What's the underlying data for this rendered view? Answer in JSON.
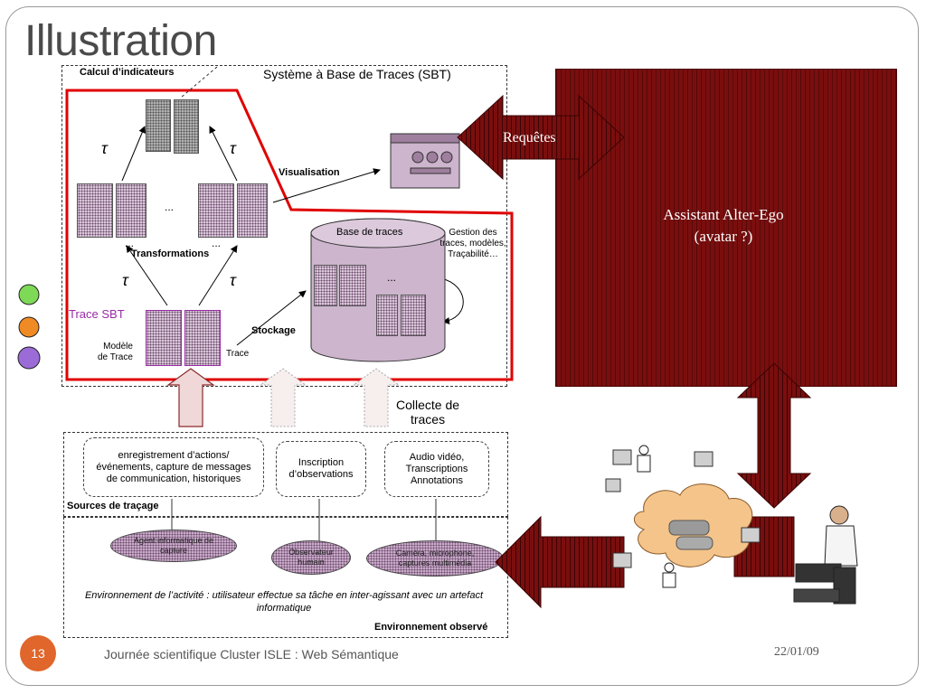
{
  "slide": {
    "title": "Illustration",
    "number": "13",
    "footer": "Journée scientifique Cluster ISLE : Web Sémantique",
    "date": "22/01/09"
  },
  "sbt": {
    "title": "Système à Base de Traces (SBT)",
    "calcul": "Calcul d’indicateurs",
    "visualisation": "Visualisation",
    "transformations": "Transformations",
    "tau": "τ",
    "ellipsis": "...",
    "trace_sbt": "Trace SBT",
    "modele": "Modèle\nde Trace",
    "trace": "Trace",
    "stockage": "Stockage",
    "base": "Base de traces",
    "gestion": "Gestion des traces, modèles, Traçabilité…"
  },
  "collecte": "Collecte de\ntraces",
  "sources": {
    "label": "Sources de traçage",
    "items": [
      "enregistrement d’actions/ événements, capture de messages de communication, historiques",
      "Inscription d’observations",
      "Audio vidéo, Transcriptions Annotations"
    ]
  },
  "environnement": {
    "agents": [
      "Agent informatique de capture",
      "Observateur humain",
      "Caméra, microphone, captures multimédia"
    ],
    "activite": "Environnement de l’activité : utilisateur effectue sa tâche en inter-agissant avec un artefact informatique",
    "label": "Environnement observé"
  },
  "assistant": {
    "requetes": "Requêtes",
    "title": "Assistant Alter-Ego",
    "subtitle": "(avatar ?)"
  },
  "colors": {
    "accent_red": "#7a0e0e",
    "highlight_red": "#e00000",
    "badge": "#e0662b",
    "purple": "#9b2aa8"
  }
}
